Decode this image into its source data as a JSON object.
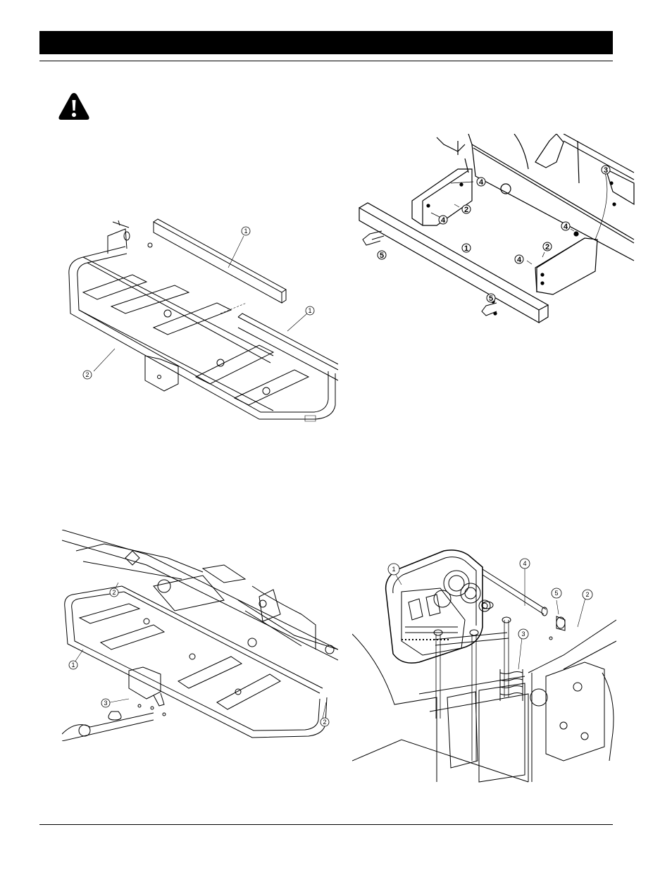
{
  "page": {
    "header_band": "",
    "footer_text": ""
  },
  "icons": {
    "warning": "warning-triangle-icon"
  },
  "figures": [
    {
      "id": "fig-top-left",
      "callouts": [
        "1",
        "1",
        "2"
      ]
    },
    {
      "id": "fig-top-right",
      "callouts": [
        "1",
        "2",
        "2",
        "3",
        "4",
        "4",
        "4",
        "4",
        "5",
        "5"
      ]
    },
    {
      "id": "fig-bottom-left",
      "callouts": [
        "1",
        "2",
        "2",
        "3"
      ]
    },
    {
      "id": "fig-bottom-right",
      "callouts": [
        "1",
        "2",
        "3",
        "4",
        "5"
      ]
    }
  ]
}
